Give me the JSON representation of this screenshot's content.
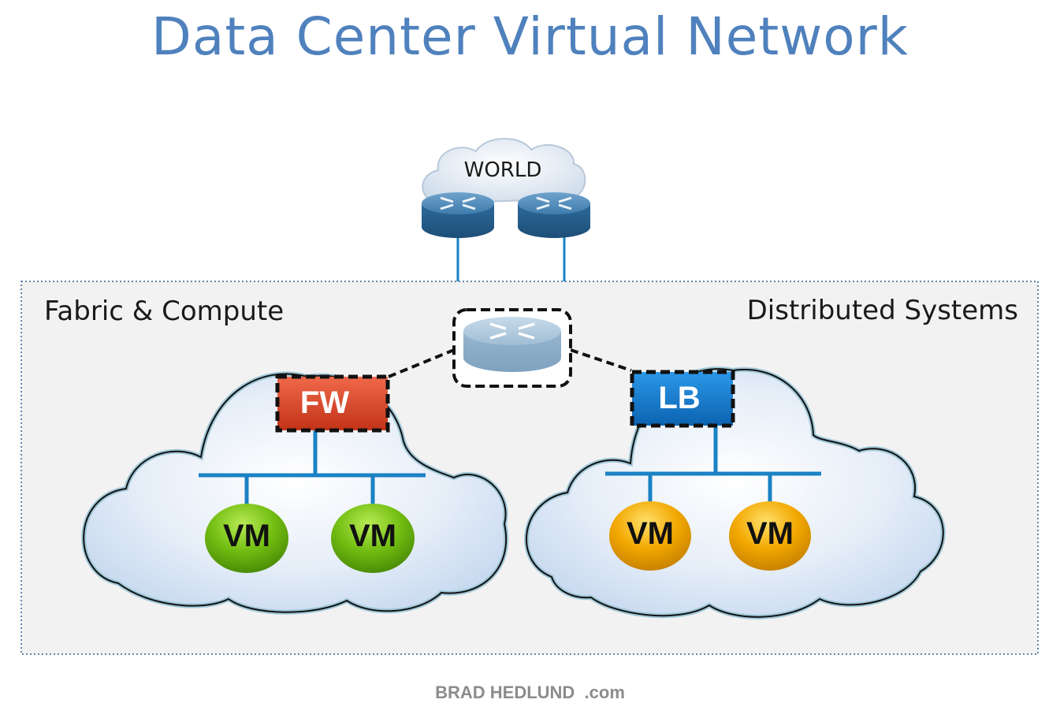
{
  "title": "Data Center Virtual Network",
  "world": {
    "label": "WORLD"
  },
  "zone": {
    "left_label": "Fabric & Compute",
    "right_label": "Distributed Systems"
  },
  "firewall": {
    "label": "FW",
    "color": "#d9452a"
  },
  "load_balancer": {
    "label": "LB",
    "color": "#1a7fd4"
  },
  "left_cloud": {
    "vms": [
      {
        "label": "VM"
      },
      {
        "label": "VM"
      }
    ],
    "vm_color": "#6cb80f"
  },
  "right_cloud": {
    "vms": [
      {
        "label": "VM"
      },
      {
        "label": "VM"
      }
    ],
    "vm_color": "#f0a800"
  },
  "colors": {
    "title": "#4f81bd",
    "network_line": "#1a82c4",
    "router": "#3a78a8",
    "virtual_router": "#a9c7dd",
    "zone_background": "#f2f2f2"
  },
  "icons": {
    "router": "router-icon",
    "cloud": "cloud-icon"
  },
  "footer": {
    "brand": "BRAD HEDLUND",
    "domain": ".com"
  }
}
